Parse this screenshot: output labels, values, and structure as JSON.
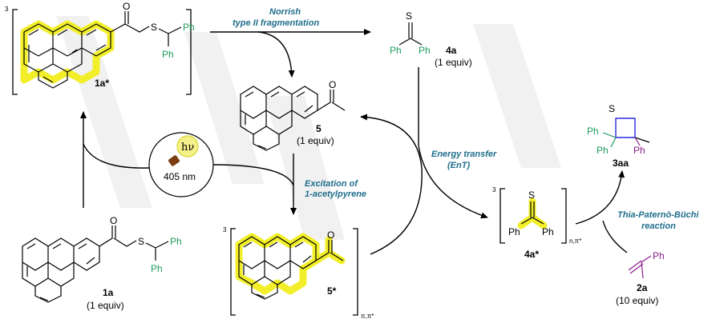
{
  "colors": {
    "arrow_label": "#1f6e8c",
    "highlight": "#f2ef2a",
    "ph_green": "#1f9a5a",
    "ph_purple": "#8a1f8a",
    "blue_ring": "#2a2ae0"
  },
  "arrows": {
    "norrish_line1": "Norrish",
    "norrish_line2": "type II fragmentation",
    "excitation_line1": "Excitation of",
    "excitation_line2": "1-acetylpyrene",
    "energy_line1": "Energy transfer",
    "energy_line2": "(EnT)",
    "tpb_line1": "Thia-Paternò-Büchi",
    "tpb_line2": "reaction"
  },
  "compounds": {
    "c1a_star": {
      "label": "1a*",
      "mult": "3"
    },
    "c4a": {
      "label": "4a",
      "equiv": "(1 equiv)"
    },
    "c5": {
      "label": "5",
      "equiv": "(1 equiv)"
    },
    "c5_star": {
      "label": "5*",
      "mult": "3",
      "state": "π,π*"
    },
    "c4a_star": {
      "label": "4a*",
      "mult": "3",
      "state": "n,π*"
    },
    "c3aa": {
      "label": "3aa"
    },
    "c1a": {
      "label": "1a",
      "equiv": "(1 equiv)"
    },
    "c2a": {
      "label": "2a",
      "equiv": "(10 equiv)"
    }
  },
  "atoms": {
    "O": "O",
    "S": "S",
    "Ph": "Ph"
  },
  "light": {
    "symbol": "hν",
    "wavelength": "405 nm"
  }
}
